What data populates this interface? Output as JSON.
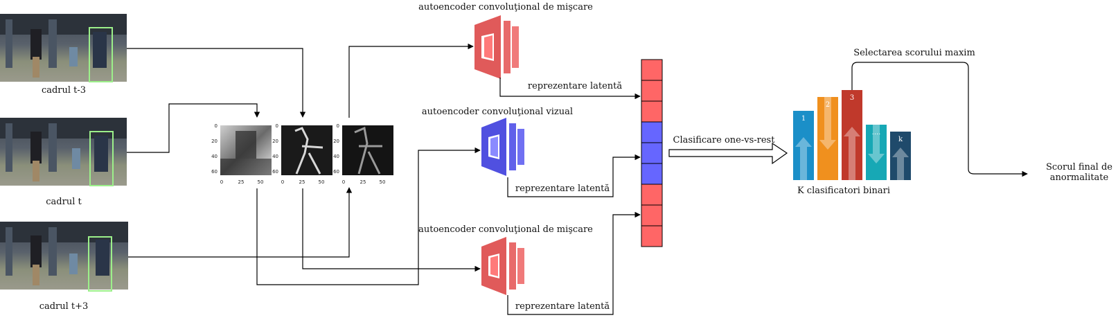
{
  "frames": [
    {
      "caption": "cadrul t-3"
    },
    {
      "caption": "cadrul t"
    },
    {
      "caption": "cadrul t+3"
    }
  ],
  "feature_maps": {
    "y_ticks": [
      "0",
      "20",
      "40",
      "60"
    ],
    "x_ticks": [
      "0",
      "25",
      "50"
    ]
  },
  "autoencoders": [
    {
      "title": "autoencoder convoluţional de mişcare",
      "latent_label": "reprezentare latentă",
      "color": "#e05a5a"
    },
    {
      "title": "autoencoder convoluţional vizual",
      "latent_label": "reprezentare latentă",
      "color": "#5a5ae6"
    },
    {
      "title": "autoencoder convoluţional de mişcare",
      "latent_label": "reprezentare latentă",
      "color": "#e05a5a"
    }
  ],
  "latent_vector": {
    "cell_colors": [
      "#ff6666",
      "#ff6666",
      "#ff6666",
      "#6666ff",
      "#6666ff",
      "#6666ff",
      "#ff6666",
      "#ff6666",
      "#ff6666"
    ]
  },
  "classification": {
    "label": "Clasificare one-vs-rest"
  },
  "classifiers": {
    "label": "K clasificatori binari",
    "bars": [
      {
        "tag": "1",
        "color": "#1b8fc8",
        "direction": "up"
      },
      {
        "tag": "2",
        "color": "#f0901e",
        "direction": "down"
      },
      {
        "tag": "3",
        "color": "#c0392b",
        "direction": "up"
      },
      {
        "tag": "....",
        "color": "#17a8b5",
        "direction": "down"
      },
      {
        "tag": "k",
        "color": "#1f4a6b",
        "direction": "up"
      }
    ]
  },
  "selection": {
    "label": "Selectarea scorului maxim"
  },
  "output": {
    "line1": "Scorul final de",
    "line2": "anormalitate"
  }
}
